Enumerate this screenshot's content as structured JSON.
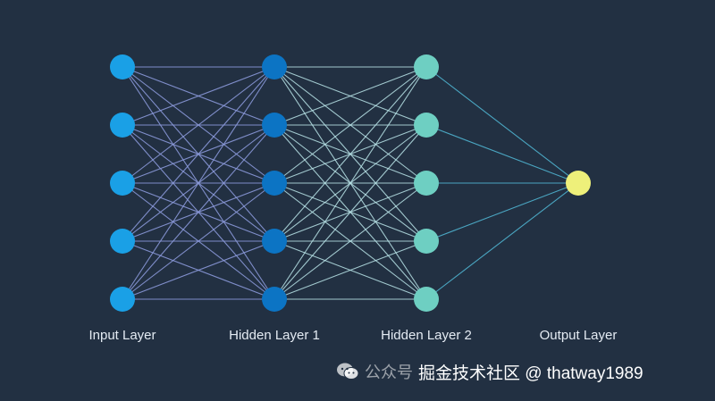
{
  "diagram": {
    "layers": [
      {
        "label": "Input Layer",
        "nodes": 5,
        "color": "#1aa0e6"
      },
      {
        "label": "Hidden Layer 1",
        "nodes": 5,
        "color": "#0c74c4"
      },
      {
        "label": "Hidden Layer 2",
        "nodes": 5,
        "color": "#6ecfc2"
      },
      {
        "label": "Output Layer",
        "nodes": 1,
        "color": "#eef07a"
      }
    ],
    "edge_colors": [
      "#8a98d8",
      "#b9e4e8",
      "#4fb3cf"
    ],
    "background": "#223042"
  },
  "watermark": {
    "icon": "wechat-icon",
    "text_a": "公众号",
    "text_b": "掘金技术社区 @ thatway1989"
  }
}
